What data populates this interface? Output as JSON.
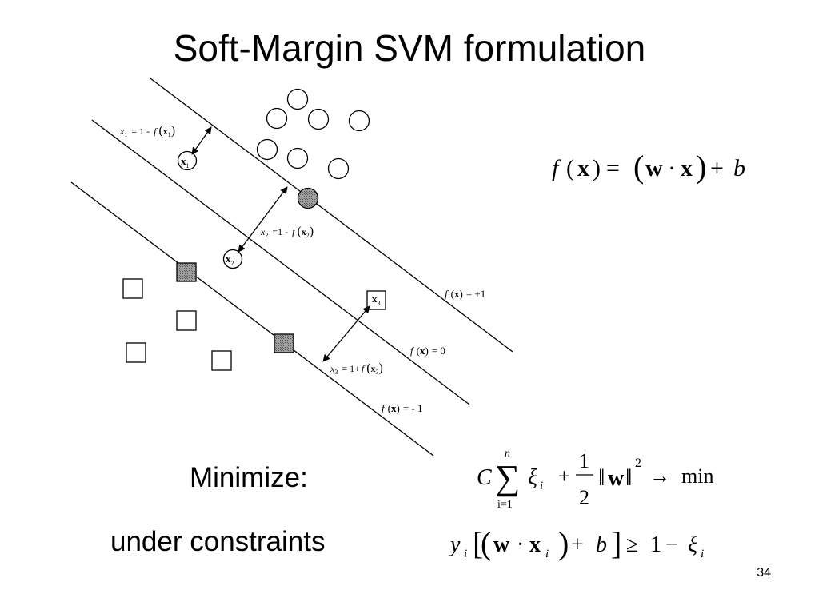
{
  "slide": {
    "title": "Soft-Margin SVM formulation",
    "page_number": "34",
    "minimize_label": "Minimize:",
    "constraints_label": "under constraints"
  },
  "diagram": {
    "point_labels": {
      "x1": {
        "base": "x",
        "sub": "1"
      },
      "x2": {
        "base": "x",
        "sub": "2"
      },
      "x3": {
        "base": "x",
        "sub": "3"
      }
    },
    "slack_annotations": {
      "xi1": {
        "var": "x",
        "sub": "1",
        "rhs": "= 1 - ",
        "f": "f",
        "arg": "x",
        "arg_sub": "1"
      },
      "xi2": {
        "var": "x",
        "sub": "2",
        "rhs": "=1 - ",
        "f": "f",
        "arg": "x",
        "arg_sub": "2"
      },
      "xi3": {
        "var": "x",
        "sub": "3",
        "rhs": "= 1+",
        "f": "f",
        "arg": "x",
        "arg_sub": "3"
      }
    },
    "line_labels": {
      "plus": {
        "f": "f",
        "arg": "x",
        "eq": "= +1"
      },
      "zero": {
        "f": "f",
        "arg": "x",
        "eq": "= 0"
      },
      "minus": {
        "f": "f",
        "arg": "x",
        "eq": "= - 1"
      }
    }
  },
  "formulas": {
    "decision": {
      "f": "f",
      "x": "x",
      "eq": "=",
      "w": "w",
      "dot": "·",
      "plus": "+",
      "b": "b"
    },
    "objective": {
      "C": "C",
      "sum": "∑",
      "upper": "n",
      "lower": "i=1",
      "xi": "ξ",
      "xi_sub": "i",
      "plus": "+",
      "num": "1",
      "den": "2",
      "w": "w",
      "norm_open": "‖",
      "norm_close": "‖",
      "power": "2",
      "arrow": "→",
      "min": "min"
    },
    "constraint": {
      "y": "y",
      "y_sub": "i",
      "w": "w",
      "dot": "·",
      "x": "x",
      "x_sub": "i",
      "plus": "+",
      "b": "b",
      "geq": "≥",
      "one": "1",
      "minus": "−",
      "xi": "ξ",
      "xi_sub": "i"
    }
  }
}
